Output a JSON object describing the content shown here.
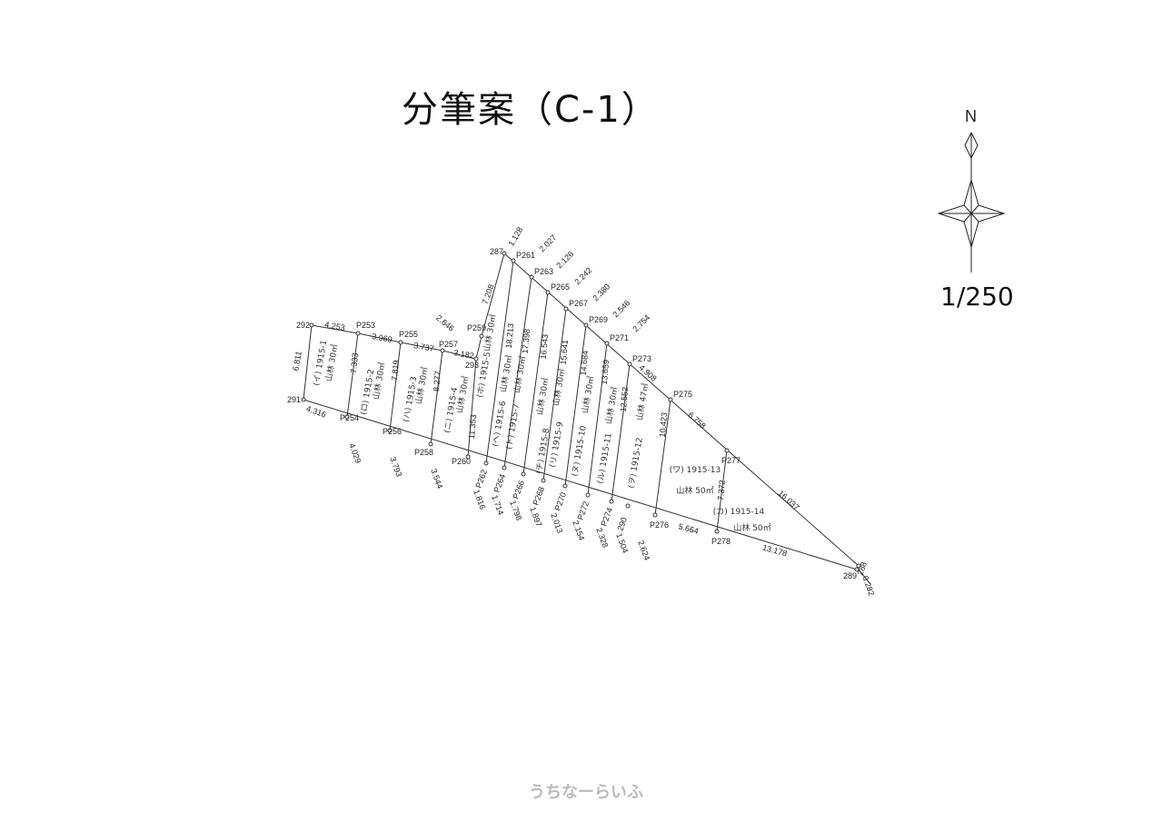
{
  "title": "分筆案（C-1）",
  "scale": "1/250",
  "north": "N",
  "watermark": "うちなーらいふ",
  "points": [
    "292",
    "P253",
    "P255",
    "P257",
    "293",
    "P259",
    "287",
    "P261",
    "P263",
    "P265",
    "P267",
    "P269",
    "P271",
    "P273",
    "P275",
    "P277",
    "288",
    "289",
    "291",
    "P254",
    "P256",
    "P258",
    "P260",
    "P262",
    "P264",
    "P266",
    "P268",
    "P270",
    "P272",
    "P274",
    "290",
    "P276",
    "P278"
  ],
  "lots": [
    {
      "label": "(イ) 1915-1",
      "area": "山林 30㎡"
    },
    {
      "label": "(ロ) 1915-2",
      "area": "山林 30㎡"
    },
    {
      "label": "(ハ) 1915-3",
      "area": "山林 30㎡"
    },
    {
      "label": "(ニ) 1915-4",
      "area": "山林 30㎡"
    },
    {
      "label": "(ホ) 1915-5",
      "area": "山林 30㎡"
    },
    {
      "label": "(ヘ) 1915-6",
      "area": "山林 30㎡"
    },
    {
      "label": "(ト) 1915-7",
      "area": "山林 30㎡"
    },
    {
      "label": "(チ) 1915-8",
      "area": "山林 30㎡"
    },
    {
      "label": "(リ) 1915-9",
      "area": "山林 30㎡"
    },
    {
      "label": "(ヌ) 1915-10",
      "area": "山林 30㎡"
    },
    {
      "label": "(ル) 1915-11",
      "area": "山林 30㎡"
    },
    {
      "label": "(ヲ) 1915-12",
      "area": "山林 47㎡"
    },
    {
      "label": "(ワ) 1915-13",
      "area": "山林 50㎡"
    },
    {
      "label": "(カ) 1915-14",
      "area": "山林 50㎡"
    }
  ],
  "distances": [
    "6.811",
    "4.253",
    "3.969",
    "3.737",
    "3.182",
    "2.646",
    "7.208",
    "1.128",
    "2.027",
    "2.126",
    "2.242",
    "2.380",
    "2.546",
    "2.754",
    "4.908",
    "6.758",
    "16.037",
    "13.178",
    "0.282",
    "5.664",
    "7.372",
    "10.423",
    "12.552",
    "13.659",
    "14.684",
    "15.641",
    "16.543",
    "17.398",
    "18.213",
    "11.353",
    "8.277",
    "7.819",
    "7.333",
    "4.316",
    "4.029",
    "3.793",
    "3.544",
    "1.816",
    "1.714",
    "1.798",
    "1.897",
    "2.013",
    "2.154",
    "2.328",
    "1.504",
    "2.624"
  ]
}
